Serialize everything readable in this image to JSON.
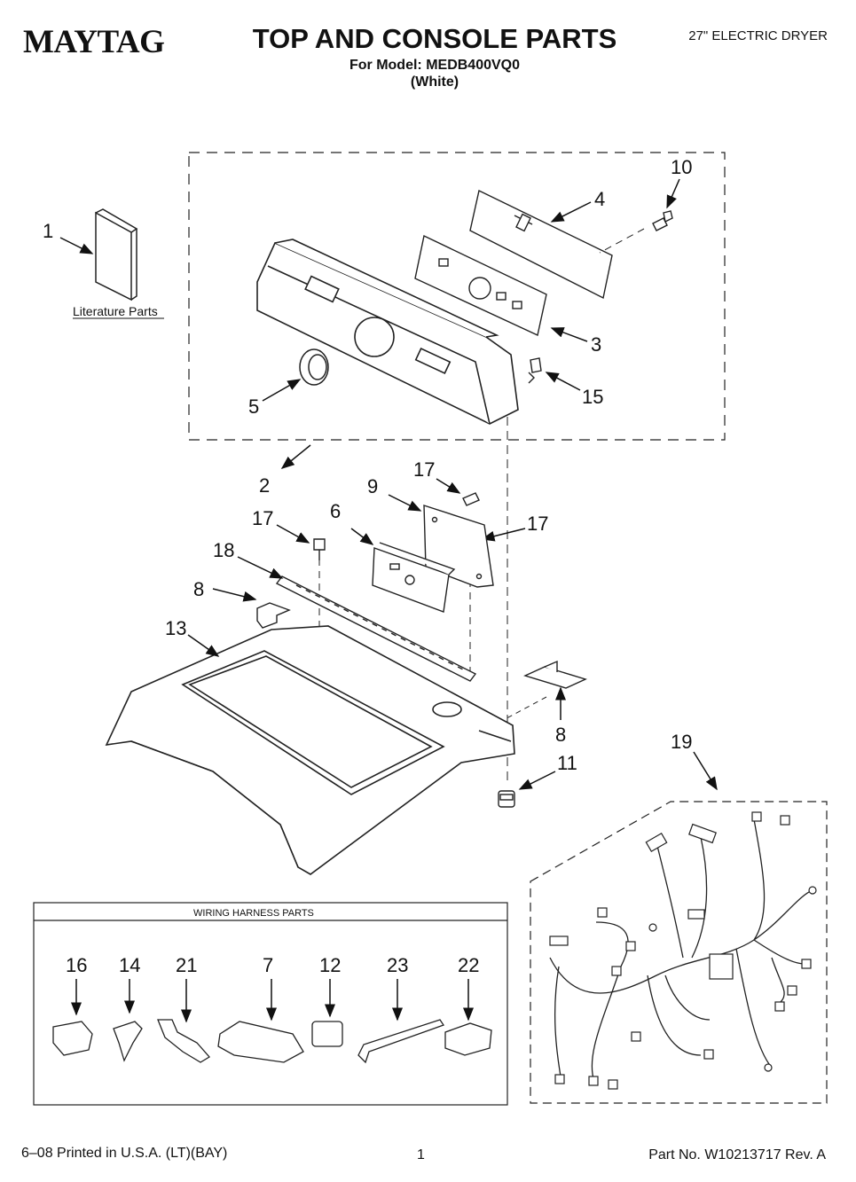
{
  "header": {
    "brand": "MAYTAG",
    "title": "TOP AND CONSOLE PARTS",
    "model_line": "For Model: MEDB400VQ0",
    "color_line": "(White)",
    "product": "27\" ELECTRIC DRYER"
  },
  "literature": {
    "label": "Literature Parts"
  },
  "callouts": {
    "c1": "1",
    "c2": "2",
    "c3": "3",
    "c4": "4",
    "c5": "5",
    "c6": "6",
    "c8a": "8",
    "c8b": "8",
    "c9": "9",
    "c10": "10",
    "c11": "11",
    "c13": "13",
    "c15": "15",
    "c17a": "17",
    "c17b": "17",
    "c17c": "17",
    "c18": "18",
    "c19": "19"
  },
  "wiring_harness": {
    "title": "WIRING HARNESS PARTS",
    "items": [
      "16",
      "14",
      "21",
      "7",
      "12",
      "23",
      "22"
    ]
  },
  "footer": {
    "print_info": "6–08 Printed in U.S.A. (LT)(BAY)",
    "page": "1",
    "part_no": "Part No. W10213717 Rev. A"
  }
}
